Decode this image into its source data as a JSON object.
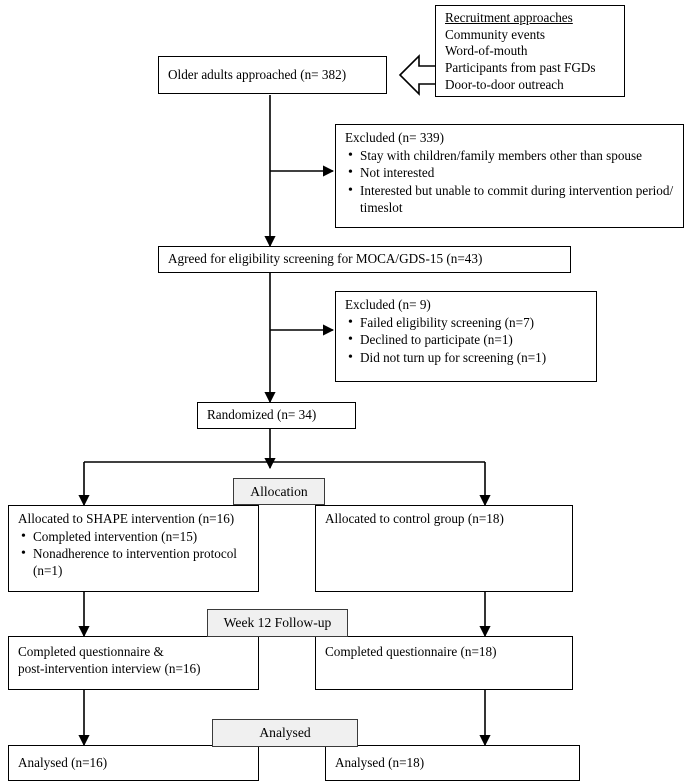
{
  "diagram": {
    "type": "CONSORT participant flow diagram",
    "stages": {
      "allocation": "Allocation",
      "followup": "Week 12 Follow-up",
      "analysis": "Analysed"
    },
    "recruitment": {
      "title": "Recruitment approaches",
      "items": [
        "Community events",
        "Word-of-mouth",
        "Participants from past FGDs",
        "Door-to-door outreach"
      ]
    },
    "approached": "Older adults approached (n= 382)",
    "excluded_1": {
      "title": "Excluded (n= 339)",
      "items": [
        "Stay with children/family members other than spouse",
        "Not interested",
        "Interested but unable to commit during intervention period/ timeslot"
      ]
    },
    "screening": "Agreed for eligibility screening for MOCA/GDS-15 (n=43)",
    "excluded_2": {
      "title": "Excluded (n= 9)",
      "items": [
        "Failed eligibility screening (n=7)",
        "Declined to participate (n=1)",
        "Did not turn up for screening (n=1)"
      ]
    },
    "randomized": "Randomized (n= 34)",
    "allocated_intervention": {
      "title": "Allocated to SHAPE intervention (n=16)",
      "items": [
        "Completed intervention (n=15)",
        "Nonadherence to intervention protocol (n=1)"
      ]
    },
    "allocated_control": {
      "title": "Allocated to control group (n=18)",
      "items": []
    },
    "followup_intervention": {
      "line1": "Completed questionnaire &",
      "line2": "post-intervention interview (n=16)"
    },
    "followup_control": {
      "line1": "Completed questionnaire (n=18)"
    },
    "analysed_intervention": "Analysed (n=16)",
    "analysed_control": "Analysed (n=18)",
    "colors": {
      "stage_fill": "#f0f0f0",
      "stroke": "#000000",
      "background": "#ffffff"
    }
  }
}
